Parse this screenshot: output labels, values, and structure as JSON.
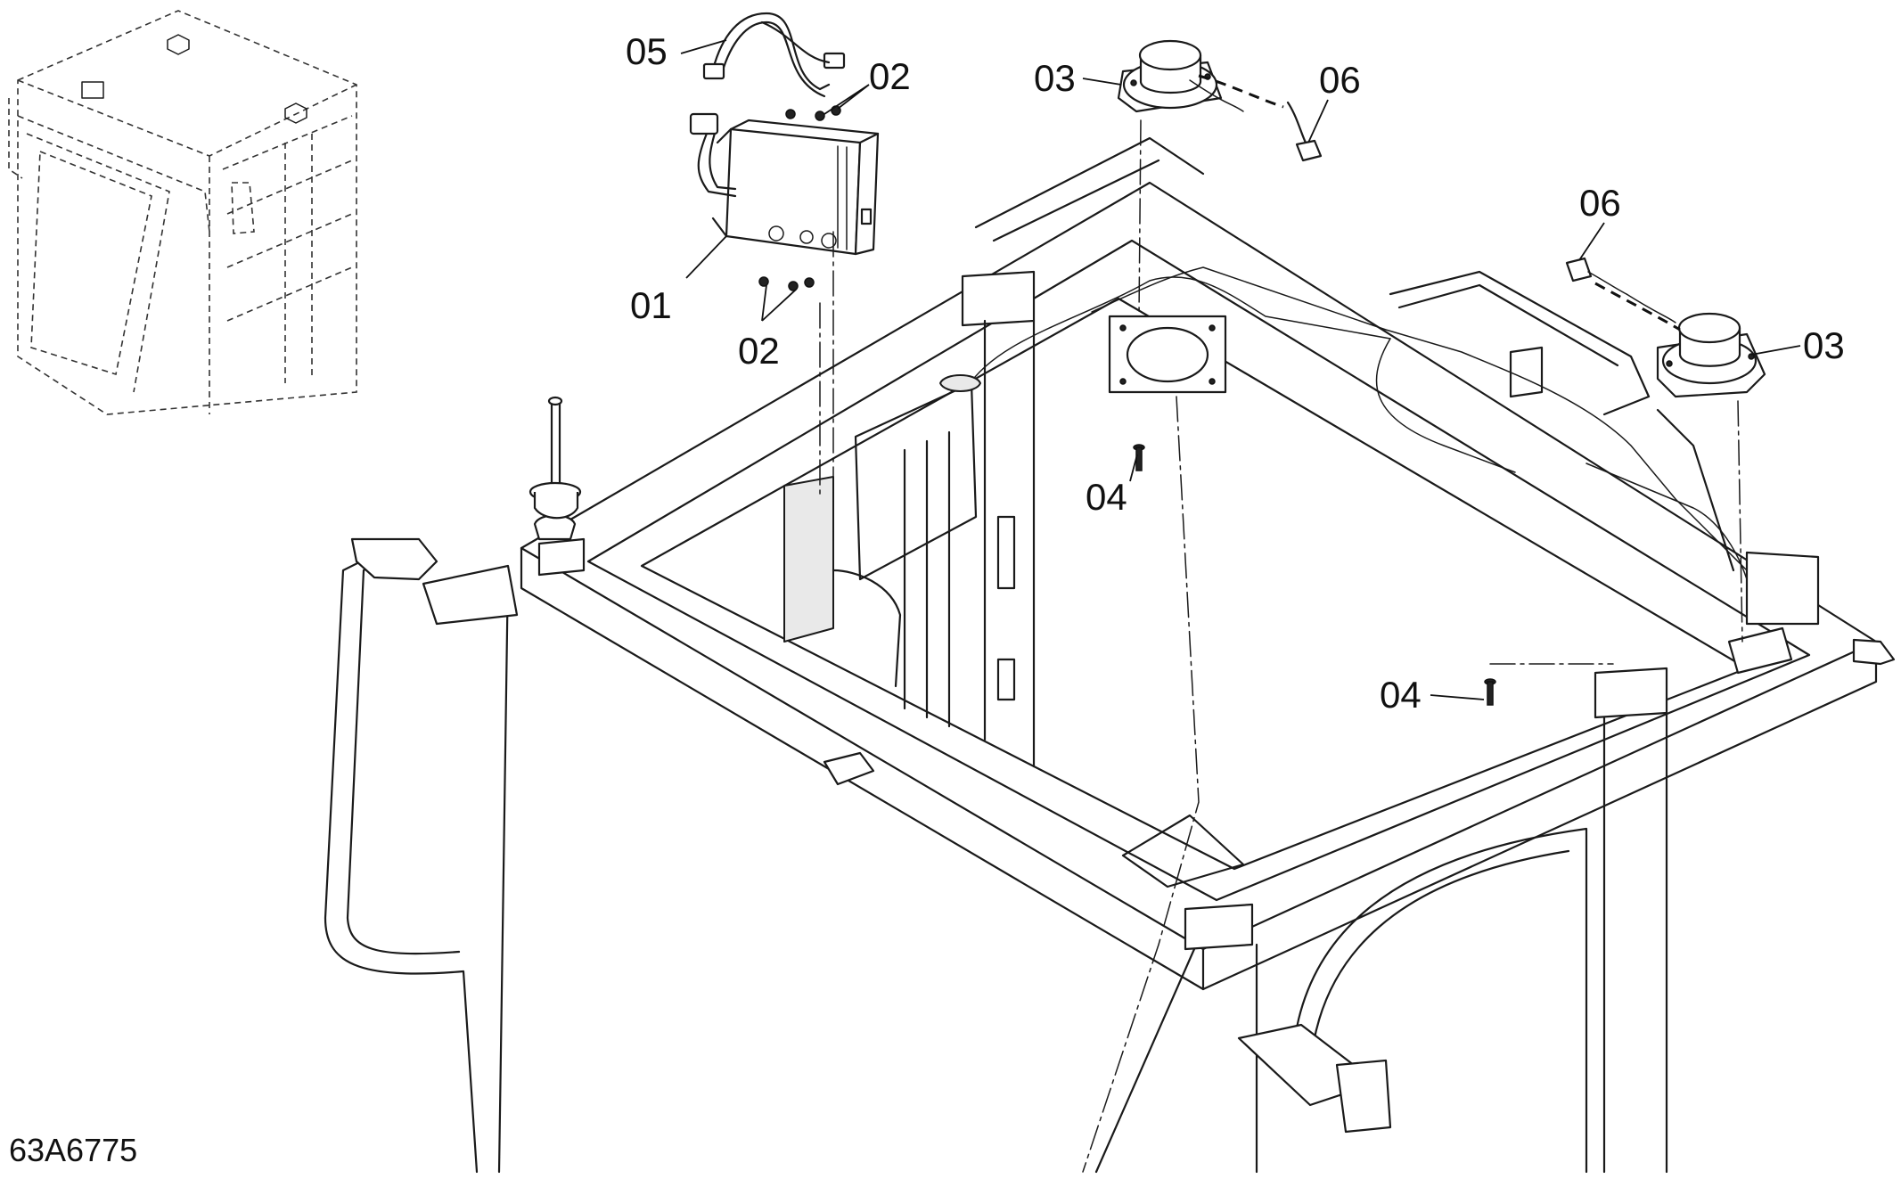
{
  "figure_id": "63A6775",
  "callouts": [
    {
      "id": "c01",
      "label": "01"
    },
    {
      "id": "c02a",
      "label": "02"
    },
    {
      "id": "c02b",
      "label": "02"
    },
    {
      "id": "c03a",
      "label": "03"
    },
    {
      "id": "c03b",
      "label": "03"
    },
    {
      "id": "c04a",
      "label": "04"
    },
    {
      "id": "c04b",
      "label": "04"
    },
    {
      "id": "c05",
      "label": "05"
    },
    {
      "id": "c06a",
      "label": "06"
    },
    {
      "id": "c06b",
      "label": "06"
    }
  ],
  "components": {
    "overview_cab": "location-key-cab",
    "radio_unit": "radio-unit",
    "wire_harness": "wire-harness",
    "speaker_left": "speaker",
    "speaker_right": "speaker",
    "antenna": "antenna",
    "cab_frame": "cab-roof-frame"
  }
}
